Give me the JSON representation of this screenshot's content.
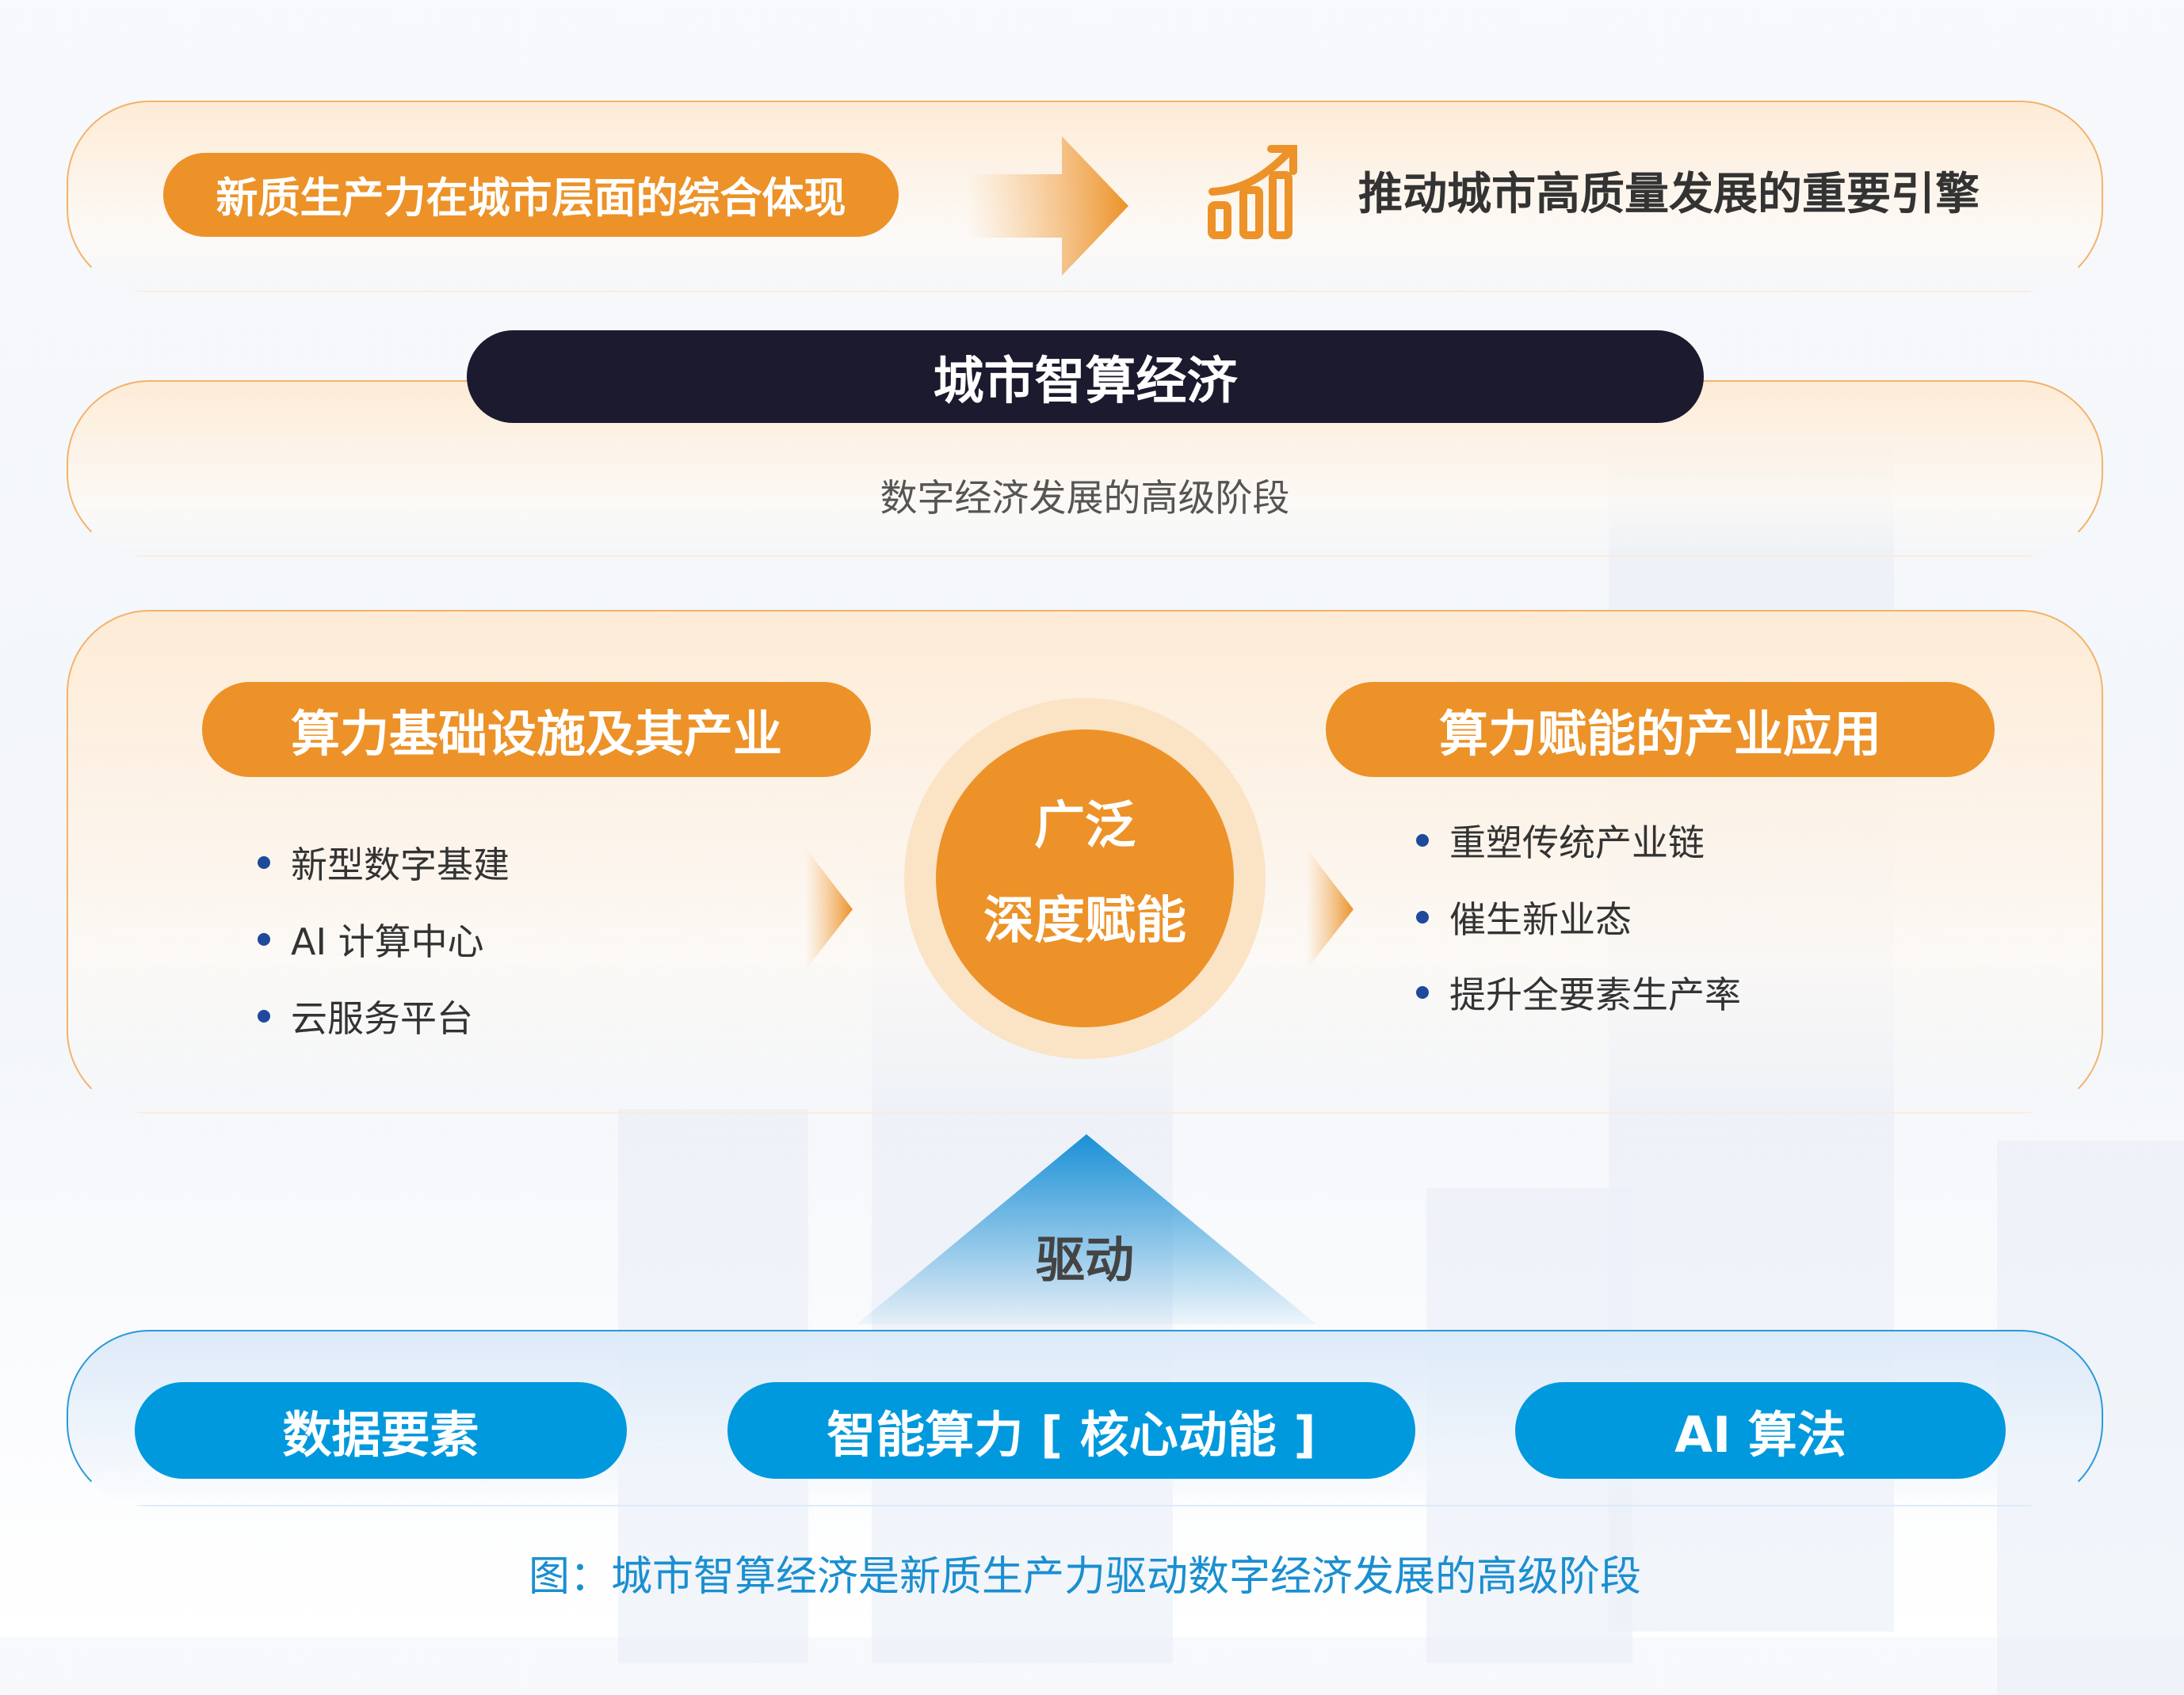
{
  "top": {
    "left_pill": "新质生产力在城市层面的综合体现",
    "right_text": "推动城市高质量发展的重要引擎",
    "icon": "growth-chart-icon"
  },
  "middle": {
    "title": "城市智算经济",
    "subtitle": "数字经济发展的高级阶段"
  },
  "core": {
    "left_title": "算力基础设施及其产业",
    "left_items": [
      "新型数字基建",
      "AI 计算中心",
      "云服务平台"
    ],
    "center_line1": "广泛",
    "center_line2": "深度赋能",
    "right_title": "算力赋能的产业应用",
    "right_items": [
      "重塑传统产业链",
      "催生新业态",
      "提升全要素生产率"
    ]
  },
  "drive_label": "驱动",
  "bottom": {
    "items": [
      "数据要素",
      "智能算力 [ 核心动能 ]",
      "AI 算法"
    ]
  },
  "caption": "图：城市智算经济是新质生产力驱动数字经济发展的高级阶段",
  "colors": {
    "orange": "#ec9228",
    "dark": "#1b1a2e",
    "blue": "#0099dd",
    "caption": "#1a8fd0"
  }
}
